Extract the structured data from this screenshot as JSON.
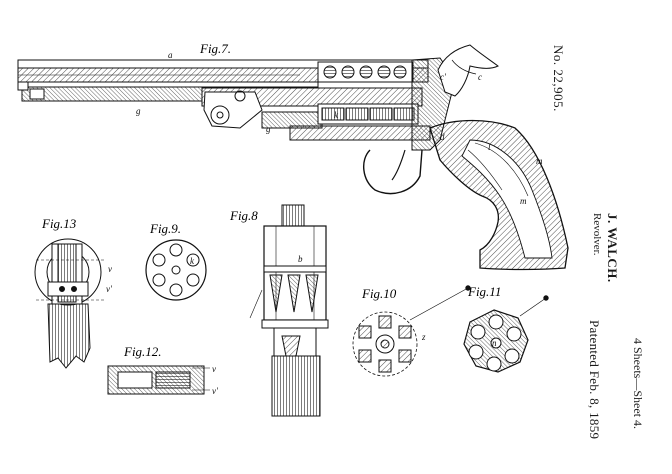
{
  "patent": {
    "number": "No. 22,905.",
    "inventor": "J. WALCH.",
    "title": "Revolver.",
    "patented": "Patented Feb. 8, 1859",
    "sheets": "4 Sheets—Sheet 4."
  },
  "figures": {
    "fig7": "Fig.7.",
    "fig8": "Fig.8",
    "fig9": "Fig.9.",
    "fig10": "Fig.10",
    "fig11": "Fig.11",
    "fig12": "Fig.12.",
    "fig13": "Fig.13"
  },
  "letters": {
    "a": "a",
    "b": "b",
    "c": "c",
    "c2": "c'",
    "d": "d",
    "g": "g",
    "k": "k",
    "l": "l",
    "m": "m",
    "n": "n",
    "v": "v",
    "v1": "v'",
    "z": "z"
  }
}
